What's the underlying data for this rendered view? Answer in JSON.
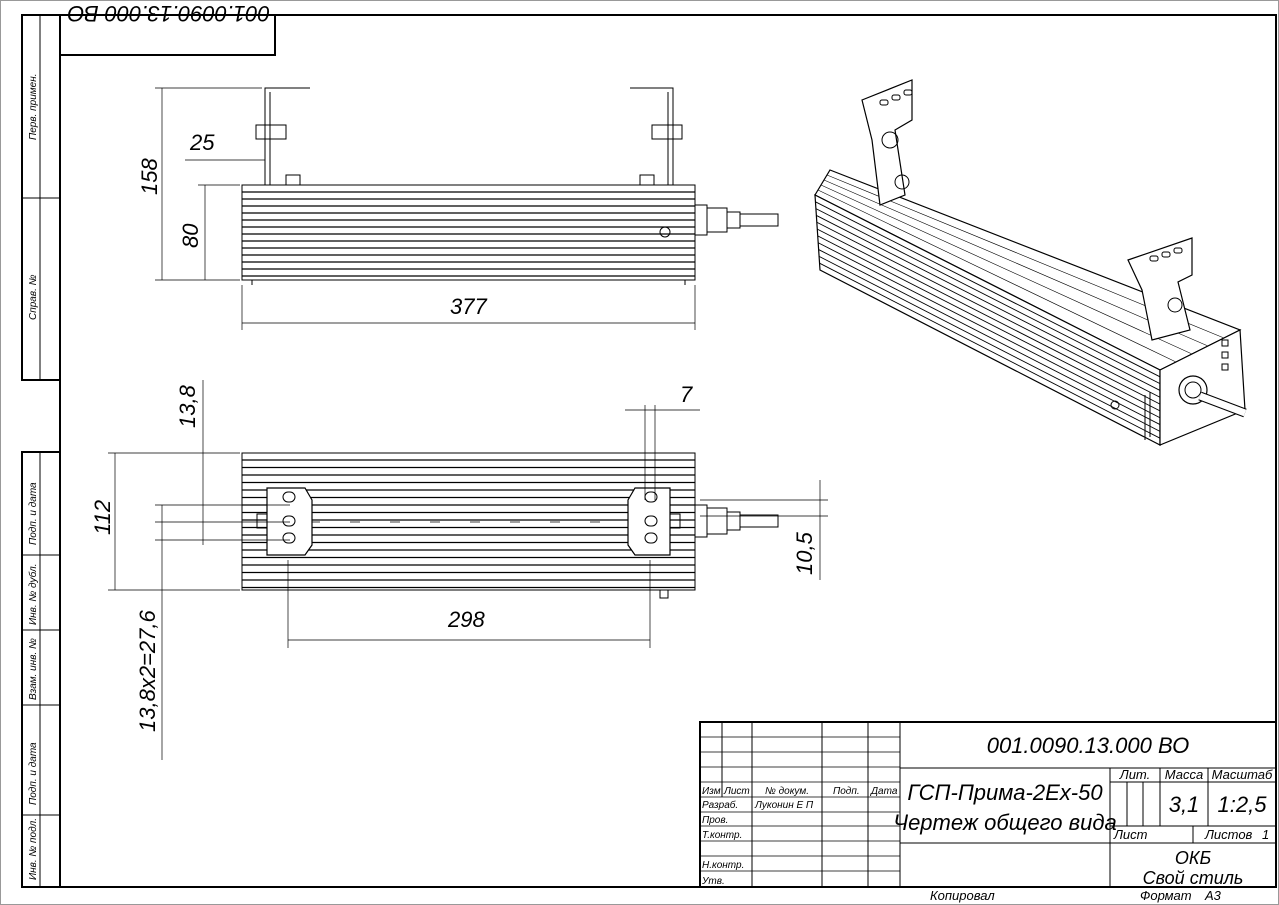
{
  "stamp_rotated": "001.0090.13.000 ВО",
  "side_strip": {
    "labels": [
      "Перв. примен.",
      "Справ. №",
      "Подп. и дата",
      "Инв. № дубл.",
      "Взам. инв. №",
      "Подп. и дата",
      "Инв. № подл."
    ]
  },
  "dimensions": {
    "top_view": {
      "d25": "25",
      "d158": "158",
      "d80": "80",
      "d377": "377"
    },
    "bottom_view": {
      "d13_8": "13,8",
      "d7": "7",
      "d112": "112",
      "d10_5": "10,5",
      "d298": "298",
      "d_pitch": "13,8x2=27,6"
    }
  },
  "title_block": {
    "designation": "001.0090.13.000 ВО",
    "name_line1": "ГСП-Прима-2Ex-50",
    "name_line2": "Чертеж общего вида",
    "headers": {
      "izm": "Изм",
      "list": "Лист",
      "doc": "№ докум.",
      "sign": "Подп.",
      "date": "Дата"
    },
    "roles": {
      "razrab": "Разраб.",
      "prov": "Пров.",
      "tkontr": "Т.контр.",
      "nkontr": "Н.контр.",
      "utv": "Утв."
    },
    "developer": "Луконин Е П",
    "lit_label": "Лит.",
    "mass_label": "Масса",
    "scale_label": "Масштаб",
    "mass": "3,1",
    "scale": "1:2,5",
    "sheet_label": "Лист",
    "sheets_label": "Листов",
    "sheets": "1",
    "org_line1": "ОКБ",
    "org_line2": "Свой стиль"
  },
  "footer": {
    "copied": "Копировал",
    "format_label": "Формат",
    "format": "А3"
  }
}
